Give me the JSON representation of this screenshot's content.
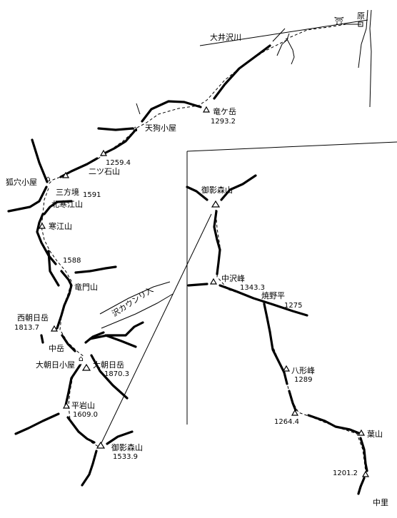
{
  "peaks": {
    "ryugatake": {
      "name": "竜ケ岳",
      "elev": "1293.2"
    },
    "tengu_hut": {
      "name": "天狗小屋"
    },
    "futatsuishi": {
      "name": "二ツ石山",
      "elev": "1259.4"
    },
    "kitsuneana_hut": {
      "name": "狐穴小屋"
    },
    "sanpokyo": {
      "name": "三方境",
      "elev": "1591"
    },
    "kitasagaesan": {
      "name": "北寒江山"
    },
    "sagaesan": {
      "name": "寒江山"
    },
    "p1588": {
      "elev": "1588"
    },
    "ryumonsan": {
      "name": "竜門山"
    },
    "nishiasahi": {
      "name": "西朝日岳",
      "elev": "1813.7"
    },
    "nakadake": {
      "name": "中岳"
    },
    "oasahi_hut": {
      "name": "大朝日小屋"
    },
    "oasahidake": {
      "name": "大朝日岳",
      "elev": "1870.3"
    },
    "hiraiwayama": {
      "name": "平岩山",
      "elev": "1609.0"
    },
    "mikagemori_main": {
      "name": "御影森山",
      "elev": "1533.9"
    },
    "mikagemori_inset": {
      "name": "御影森山"
    },
    "nakazawamine": {
      "name": "中沢峰",
      "elev": "1343.3"
    },
    "yakinodaira": {
      "name": "焼野平",
      "elev": "1275"
    },
    "hachikeimine": {
      "name": "八形峰",
      "elev": "1289"
    },
    "p1264": {
      "elev": "1264.4"
    },
    "hayama": {
      "name": "葉山"
    },
    "p1201": {
      "elev": "1201.2"
    },
    "nakazato": {
      "name": "中里"
    },
    "hara": {
      "name": "原"
    }
  },
  "rivers": {
    "oisawa": "大井沢川",
    "sawa_route": "沢カウンリ入"
  }
}
